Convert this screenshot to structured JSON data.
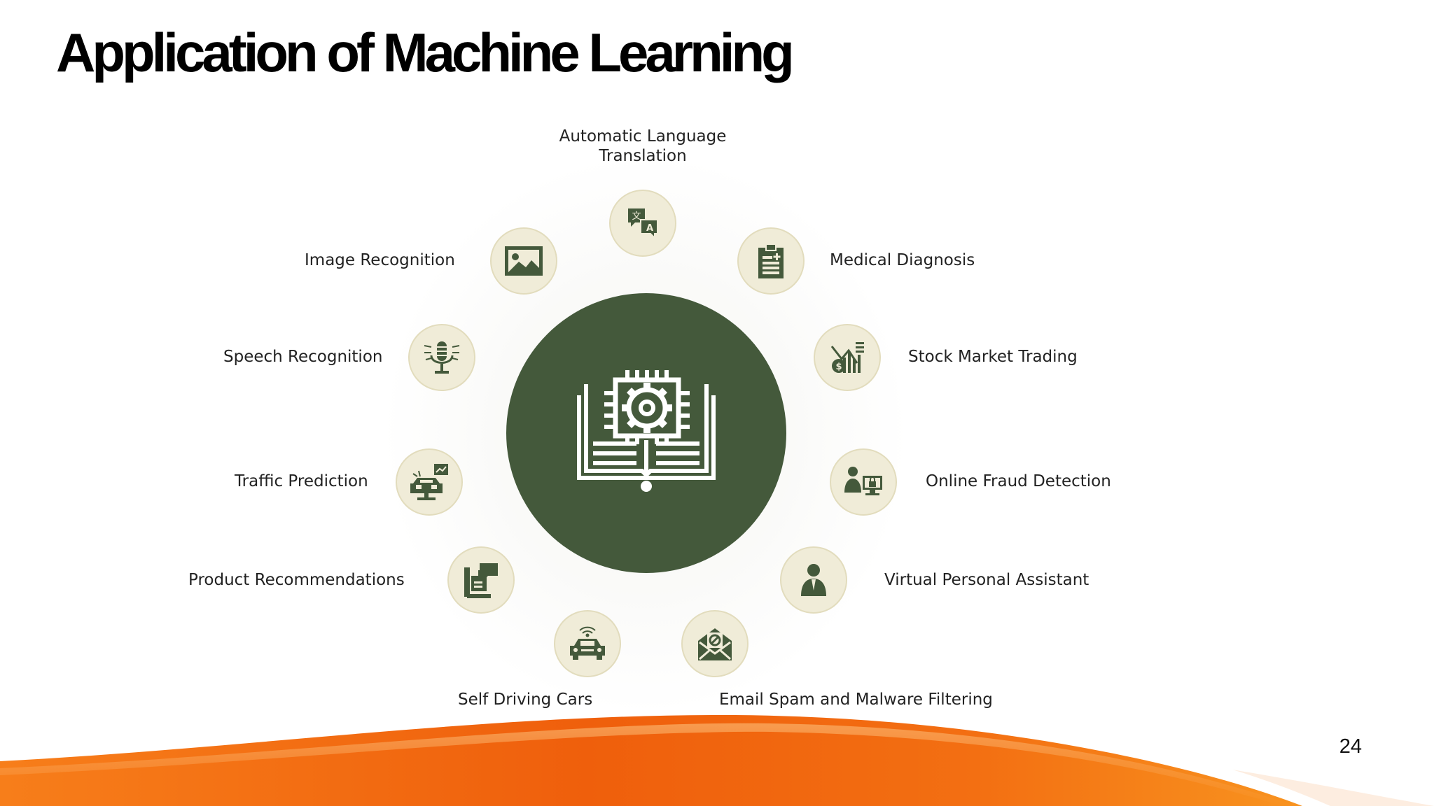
{
  "slide": {
    "title": "Application of Machine Learning",
    "page_number": "24"
  },
  "diagram": {
    "center_icon": "machine-learning-book-chip-gear-icon",
    "applications": [
      {
        "label": "Automatic Language\nTranslation",
        "icon": "translate-icon"
      },
      {
        "label": "Medical Diagnosis",
        "icon": "clipboard-medical-icon"
      },
      {
        "label": "Stock Market Trading",
        "icon": "stock-chart-icon"
      },
      {
        "label": "Online Fraud Detection",
        "icon": "fraud-detection-icon"
      },
      {
        "label": "Virtual Personal Assistant",
        "icon": "assistant-person-icon"
      },
      {
        "label": "Email Spam and Malware Filtering",
        "icon": "spam-mail-icon"
      },
      {
        "label": "Self Driving Cars",
        "icon": "self-driving-car-icon"
      },
      {
        "label": "Product Recommendations",
        "icon": "recommendation-icon"
      },
      {
        "label": "Traffic Prediction",
        "icon": "traffic-prediction-icon"
      },
      {
        "label": "Speech Recognition",
        "icon": "microphone-icon"
      },
      {
        "label": "Image Recognition",
        "icon": "image-icon"
      }
    ]
  },
  "colors": {
    "center_fill": "#44593b",
    "node_fill": "#f0ecd8",
    "icon_color": "#44593b",
    "accent_orange": "#f06a12"
  }
}
